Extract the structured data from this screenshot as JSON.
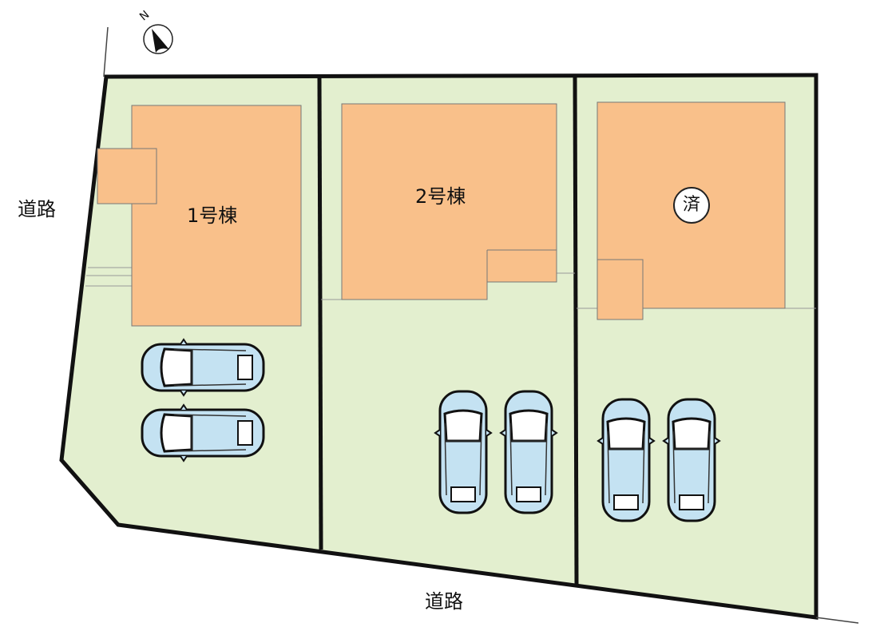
{
  "labels": {
    "road_west": "道路",
    "road_south": "道路",
    "building_1": "1号棟",
    "building_2": "2号棟",
    "building_3_sold": "済"
  },
  "compass": {
    "label": "N"
  },
  "colors": {
    "lot": "#e3efcf",
    "building": "#f9c08a",
    "car_body": "#c4e2f2",
    "boundary": "#111111"
  }
}
